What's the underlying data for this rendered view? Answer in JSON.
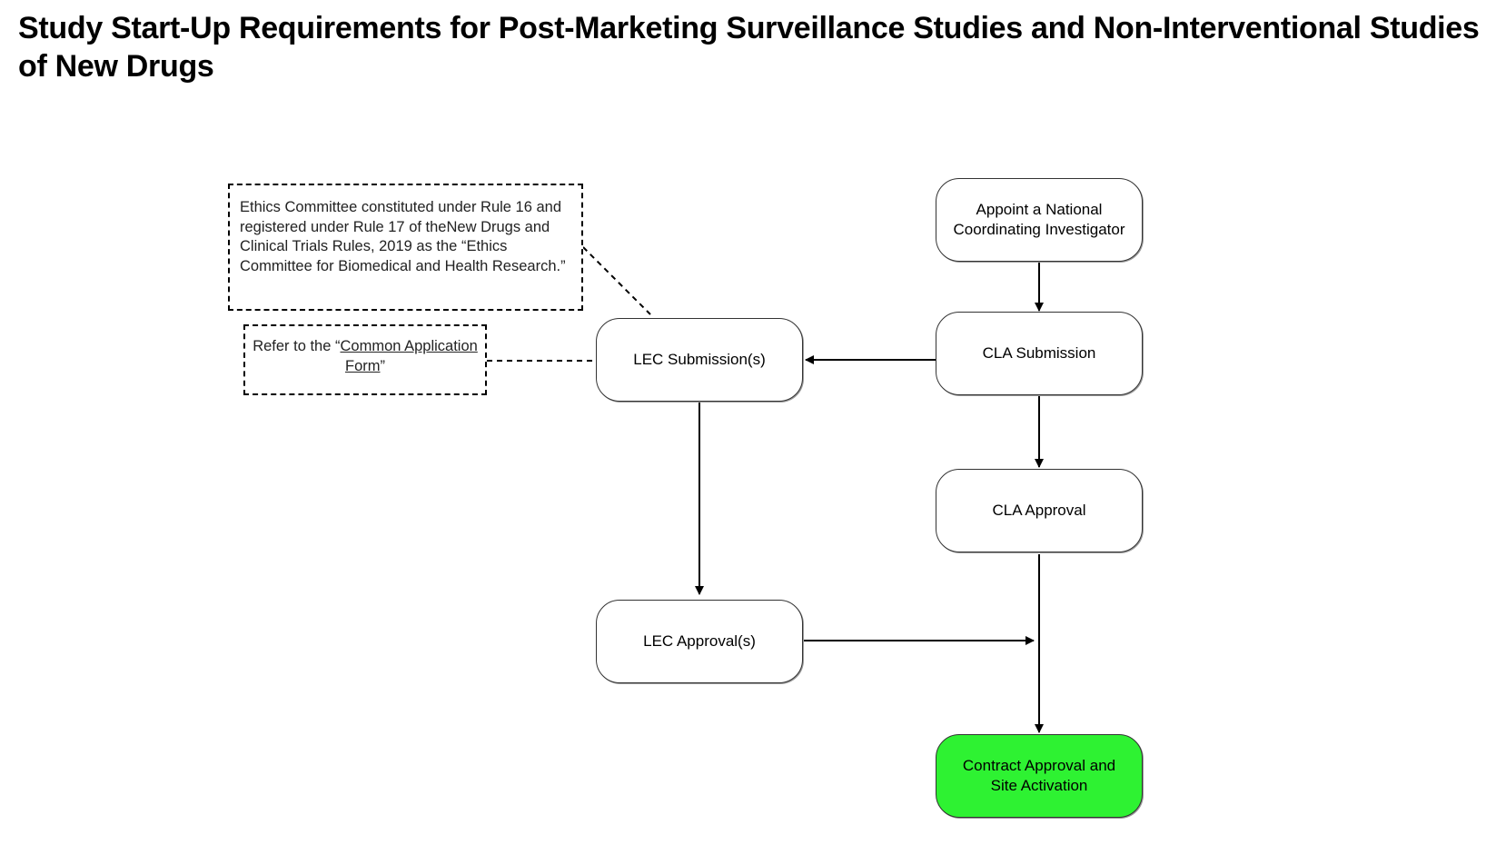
{
  "title": "Study Start-Up Requirements for Post-Marketing Surveillance Studies and Non-Interventional Studies of New Drugs",
  "notes": {
    "ethics": "Ethics Committee constituted under Rule 16 and registered under Rule 17 of theNew Drugs and Clinical Trials Rules, 2019 as the “Ethics Committee for Biomedical and Health Research.”",
    "caf_prefix": "Refer to the “",
    "caf_link": "Common Application Form",
    "caf_suffix": "”"
  },
  "nodes": {
    "appoint": "Appoint a National Coordinating Investigator",
    "cla_submission": "CLA Submission",
    "cla_approval": "CLA Approval",
    "lec_submission": "LEC Submission(s)",
    "lec_approval": "LEC Approval(s)",
    "contract": "Contract Approval and Site Activation"
  },
  "colors": {
    "final_node_fill": "#2ef232"
  }
}
